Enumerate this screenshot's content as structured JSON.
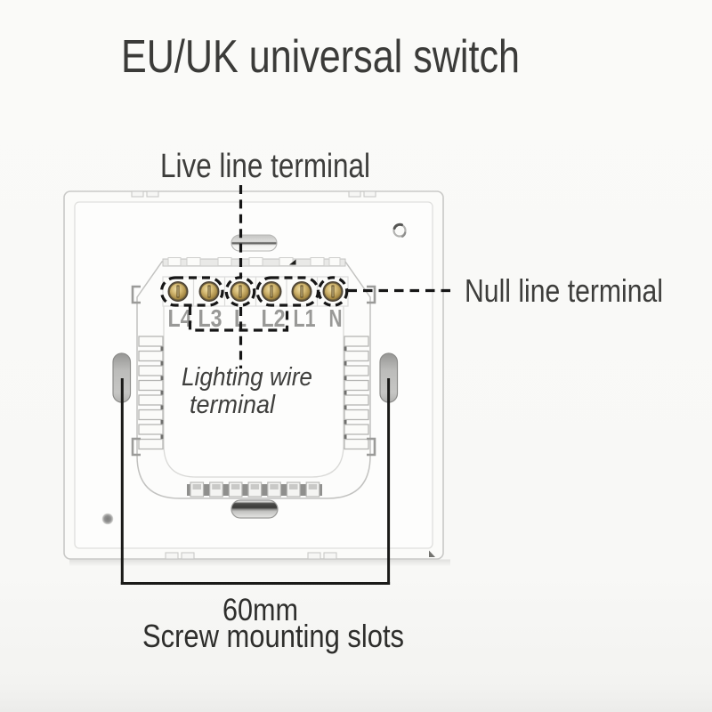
{
  "title": "EU/UK universal switch",
  "annotations": {
    "live_line_label": "Live line terminal",
    "null_line_label": "Null line terminal",
    "lighting_wire_line1": "Lighting wire",
    "lighting_wire_line2": "terminal",
    "dimension_value": "60mm",
    "dimension_caption": "Screw mounting slots"
  },
  "terminals": {
    "labels": [
      "L4",
      "L3",
      "L",
      "L2",
      "L1",
      "N"
    ]
  },
  "colors": {
    "background": "#f9f9f7",
    "title_text": "#3b3b39",
    "annotation_text": "#3d3d3b",
    "terminal_label_text": "#9c9c9c",
    "dashed_line": "#161616",
    "plate_outline": "#cdcdcb",
    "brass_screw": "#b99a55"
  }
}
